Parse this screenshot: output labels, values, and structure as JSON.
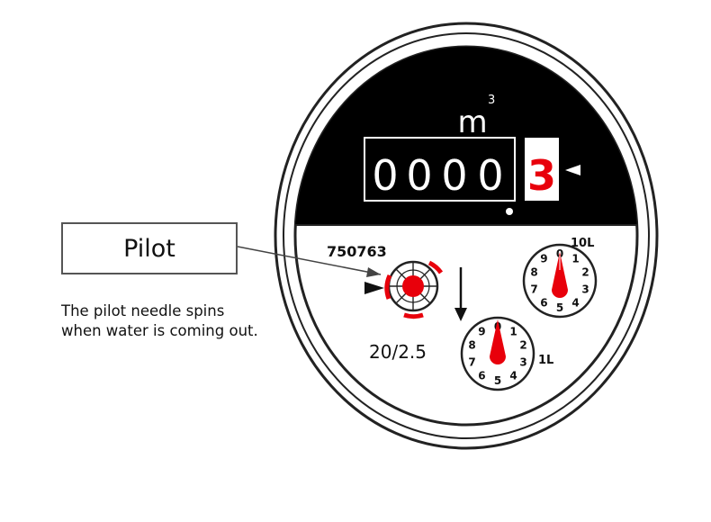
{
  "unit": {
    "base": "m",
    "exponent": "3"
  },
  "odometer": {
    "digits": [
      "0",
      "0",
      "0",
      "0"
    ],
    "red_digit": "3"
  },
  "serial_number": "750763",
  "rating": "20/2.5",
  "dial_10l": {
    "label": "10L",
    "numbers": [
      "0",
      "1",
      "2",
      "3",
      "4",
      "5",
      "6",
      "7",
      "8",
      "9"
    ]
  },
  "dial_1l": {
    "label": "1L",
    "numbers": [
      "0",
      "1",
      "2",
      "3",
      "4",
      "5",
      "6",
      "7",
      "8",
      "9"
    ]
  },
  "callout": {
    "label": "Pilot"
  },
  "caption": {
    "line1": "The pilot needle spins",
    "line2": "when water is coming out."
  },
  "colors": {
    "needle": "#e8000b",
    "face_top": "#000000",
    "outline": "#222222"
  }
}
